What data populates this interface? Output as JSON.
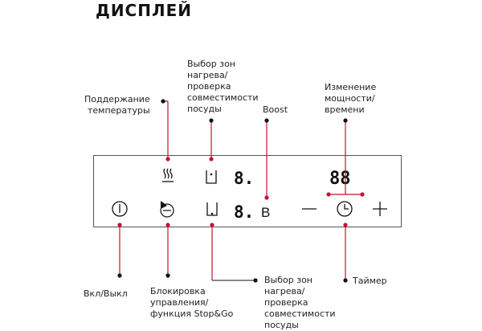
{
  "title": "ДИСПЛЕЙ",
  "labels": {
    "keep_warm": "Поддержание\nтемпературы",
    "zone_select_top": "Выбор зон\nнагрева/\nпроверка\nсовместимости\nпосуды",
    "boost": "Boost",
    "power_time_change": "Изменение\nмощности/\nвремени",
    "on_off": "Вкл/Выкл",
    "lock": "Блокировка\nуправления/\nфункция Stop&Go",
    "zone_select_bottom": "Выбор зон\nнагрева/\nпроверка\nсовместимости\nпосуды",
    "timer": "Таймер"
  },
  "display": {
    "zone_digit": "8.",
    "timer_digits": "88",
    "boost_letter": "B",
    "minus": "—",
    "plus": "+"
  },
  "colors": {
    "accent": "#c8102e",
    "line_dark": "#111111",
    "panel_border": "#555555"
  }
}
